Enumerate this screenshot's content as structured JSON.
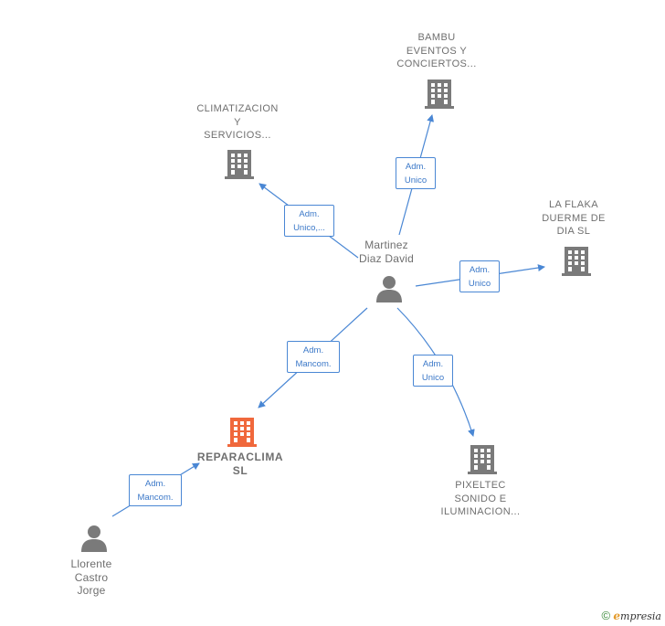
{
  "nodes": {
    "bambu": {
      "label": "BAMBU\nEVENTOS Y\nCONCIERTOS..."
    },
    "climatizacion": {
      "label": "CLIMATIZACION\nY\nSERVICIOS..."
    },
    "la_flaka": {
      "label": "LA FLAKA\nDUERME DE\nDIA  SL"
    },
    "martinez": {
      "label": "Martinez\nDiaz David"
    },
    "reparaclima": {
      "label": "REPARACLIMA\nSL"
    },
    "pixeltec": {
      "label": "PIXELTEC\nSONIDO E\nILUMINACION..."
    },
    "llorente": {
      "label": "Llorente\nCastro\nJorge"
    }
  },
  "edges": {
    "to_bambu": "Adm.\nUnico",
    "to_climatizacion": "Adm.\nUnico,...",
    "to_la_flaka": "Adm.\nUnico",
    "to_reparaclima": "Adm.\nMancom.",
    "to_pixeltec": "Adm.\nUnico",
    "llorente_to_reparaclima": "Adm.\nMancom."
  },
  "colors": {
    "edge": "#4a87d4",
    "company_icon": "#7a7a7a",
    "main_company_icon": "#f0683c",
    "person_icon": "#7a7a7a"
  },
  "footer": {
    "copyright": "©",
    "brand_initial": "e",
    "brand_rest": "mpresia"
  }
}
